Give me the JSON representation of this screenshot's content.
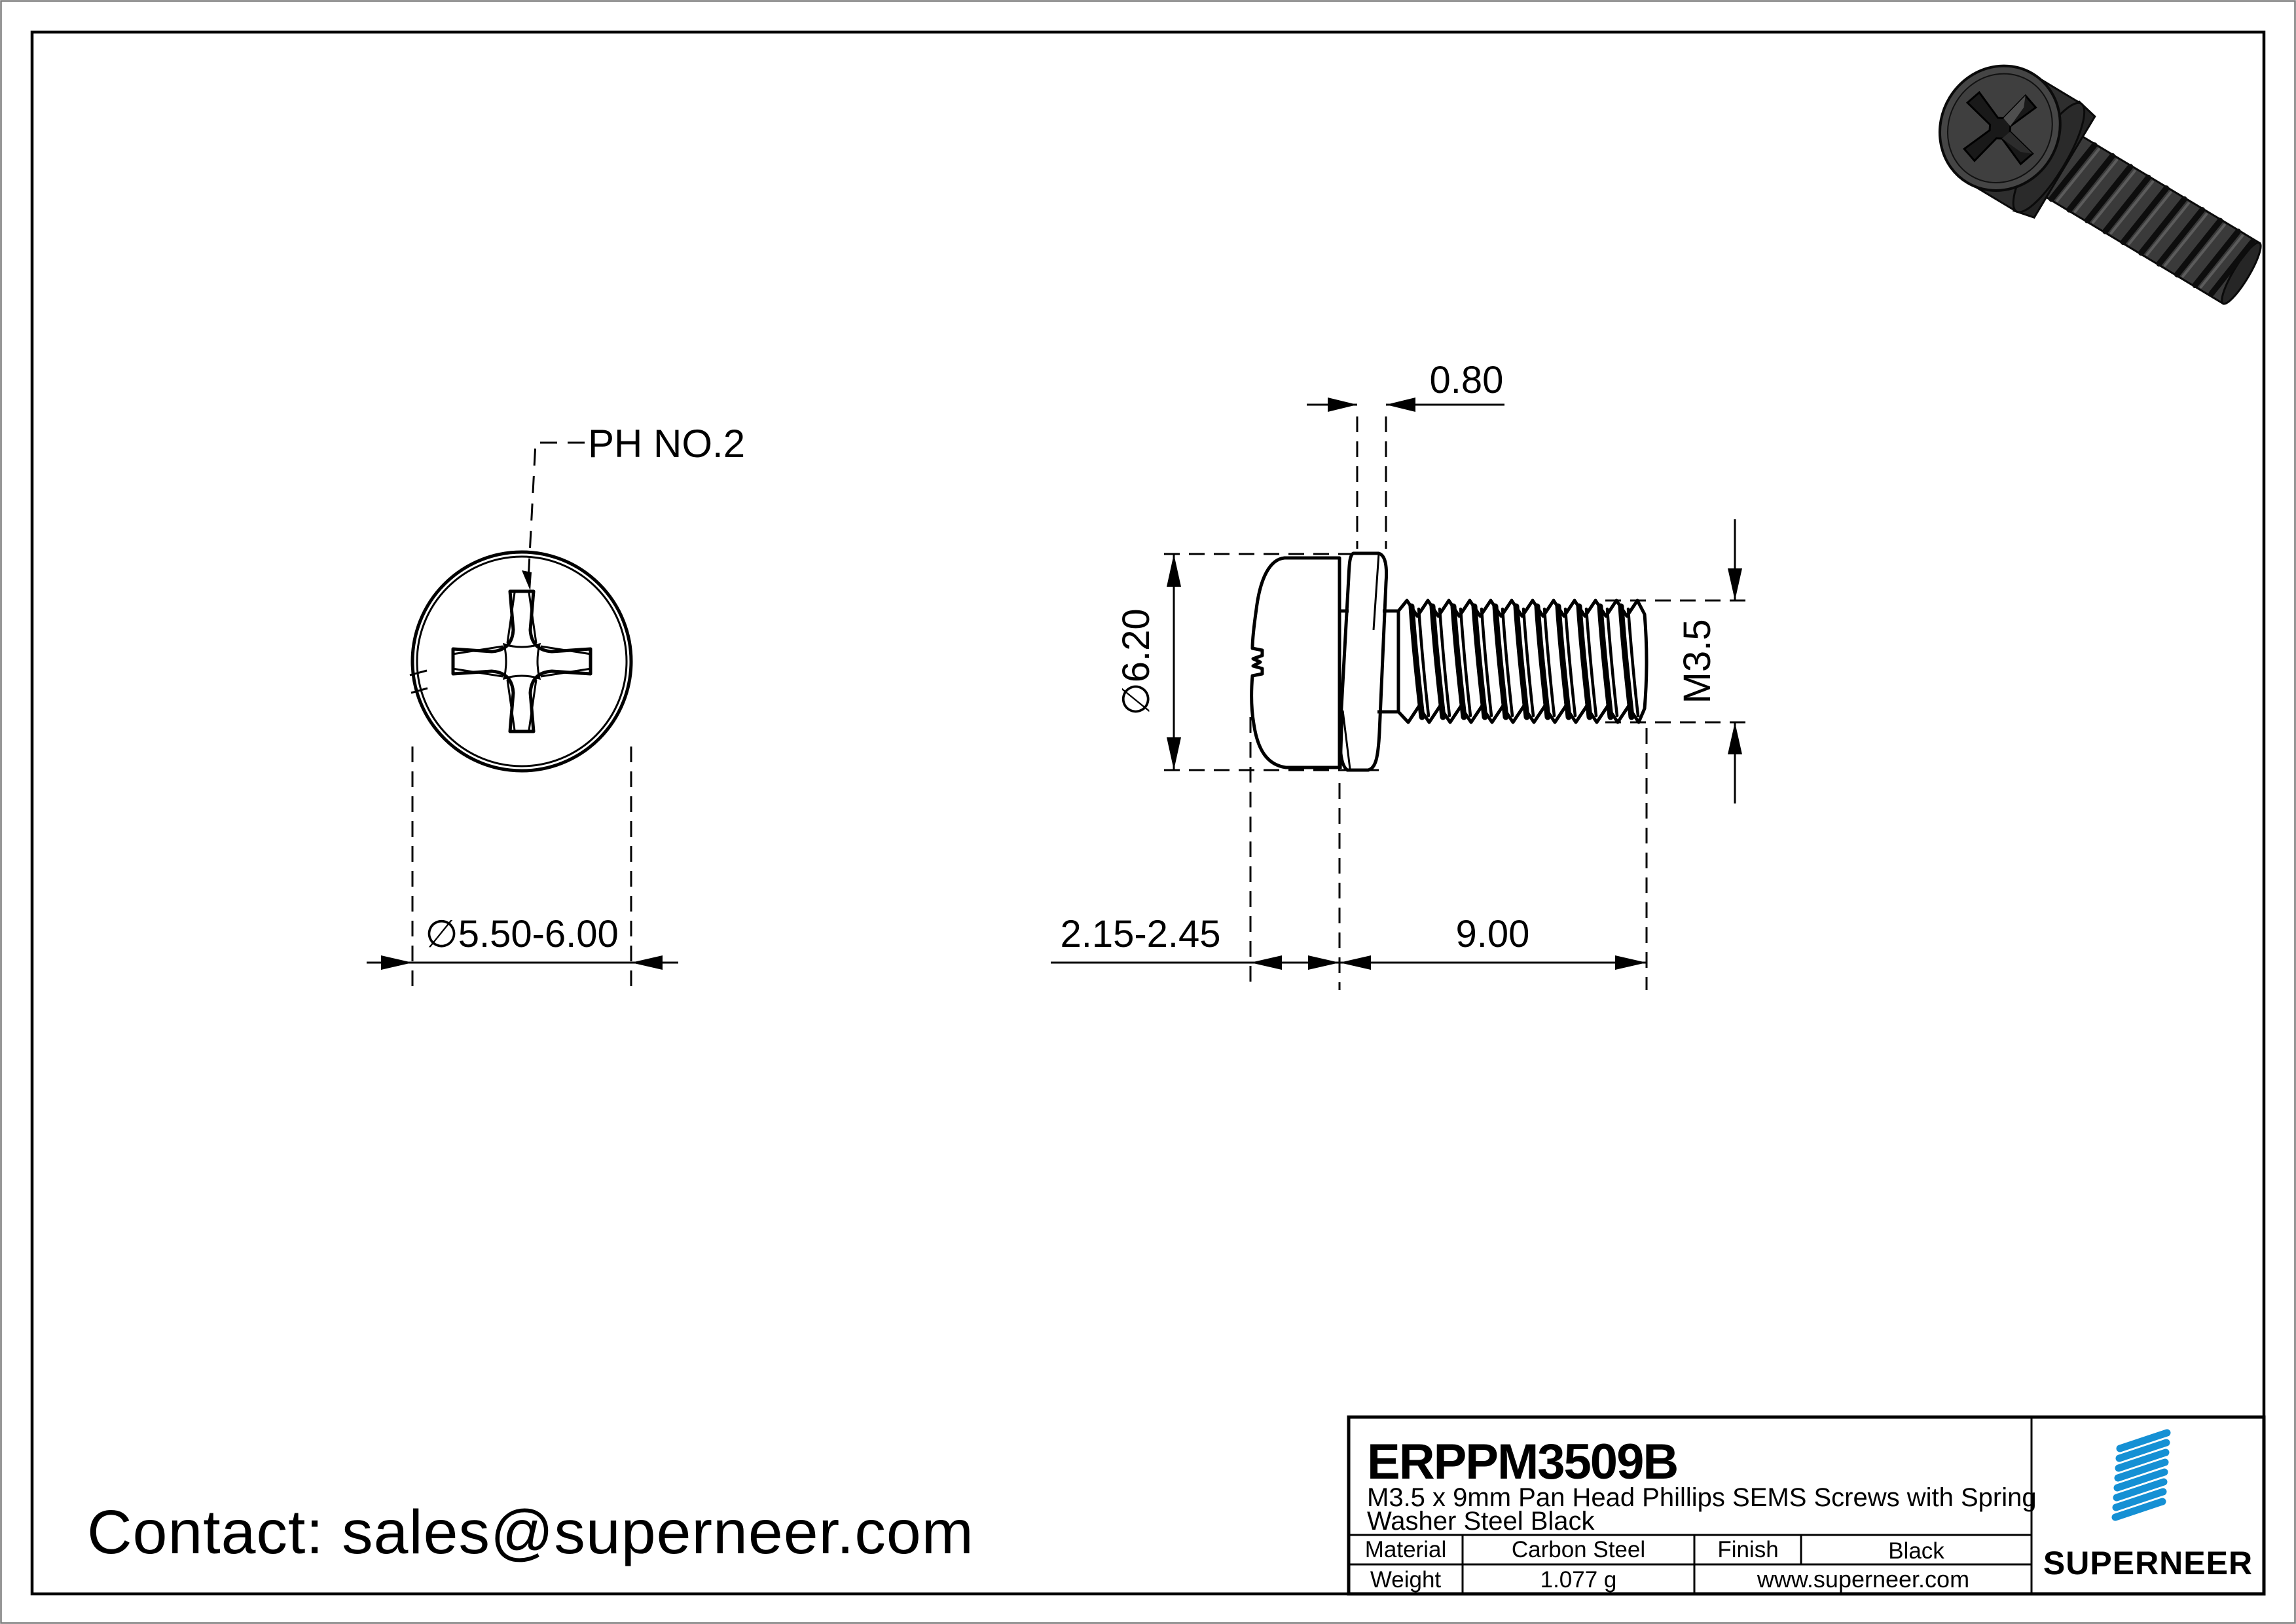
{
  "colors": {
    "brand_blue": "#1590d4",
    "line_black": "#000000"
  },
  "front_view": {
    "callout_label": "PH NO.2",
    "head_diameter_dim": "∅5.50-6.00"
  },
  "side_view": {
    "washer_thickness_dim": "0.80",
    "head_diameter_dim": "∅6.20",
    "thread_spec_dim": "M3.5",
    "head_height_dim": "2.15-2.45",
    "thread_length_dim": "9.00"
  },
  "contact": {
    "label": "Contact: sales@superneer.com"
  },
  "title_block": {
    "part_number": "ERPPM3509B",
    "description_line1": "M3.5 x 9mm Pan Head Phillips SEMS Screws with Spring",
    "description_line2": "Washer Steel Black",
    "material_label": "Material",
    "material_value": "Carbon Steel",
    "finish_label": "Finish",
    "finish_value": "Black",
    "weight_label": "Weight",
    "weight_value": "1.077 g",
    "website": "www.superneer.com",
    "brand_name": "SUPERNEER"
  }
}
